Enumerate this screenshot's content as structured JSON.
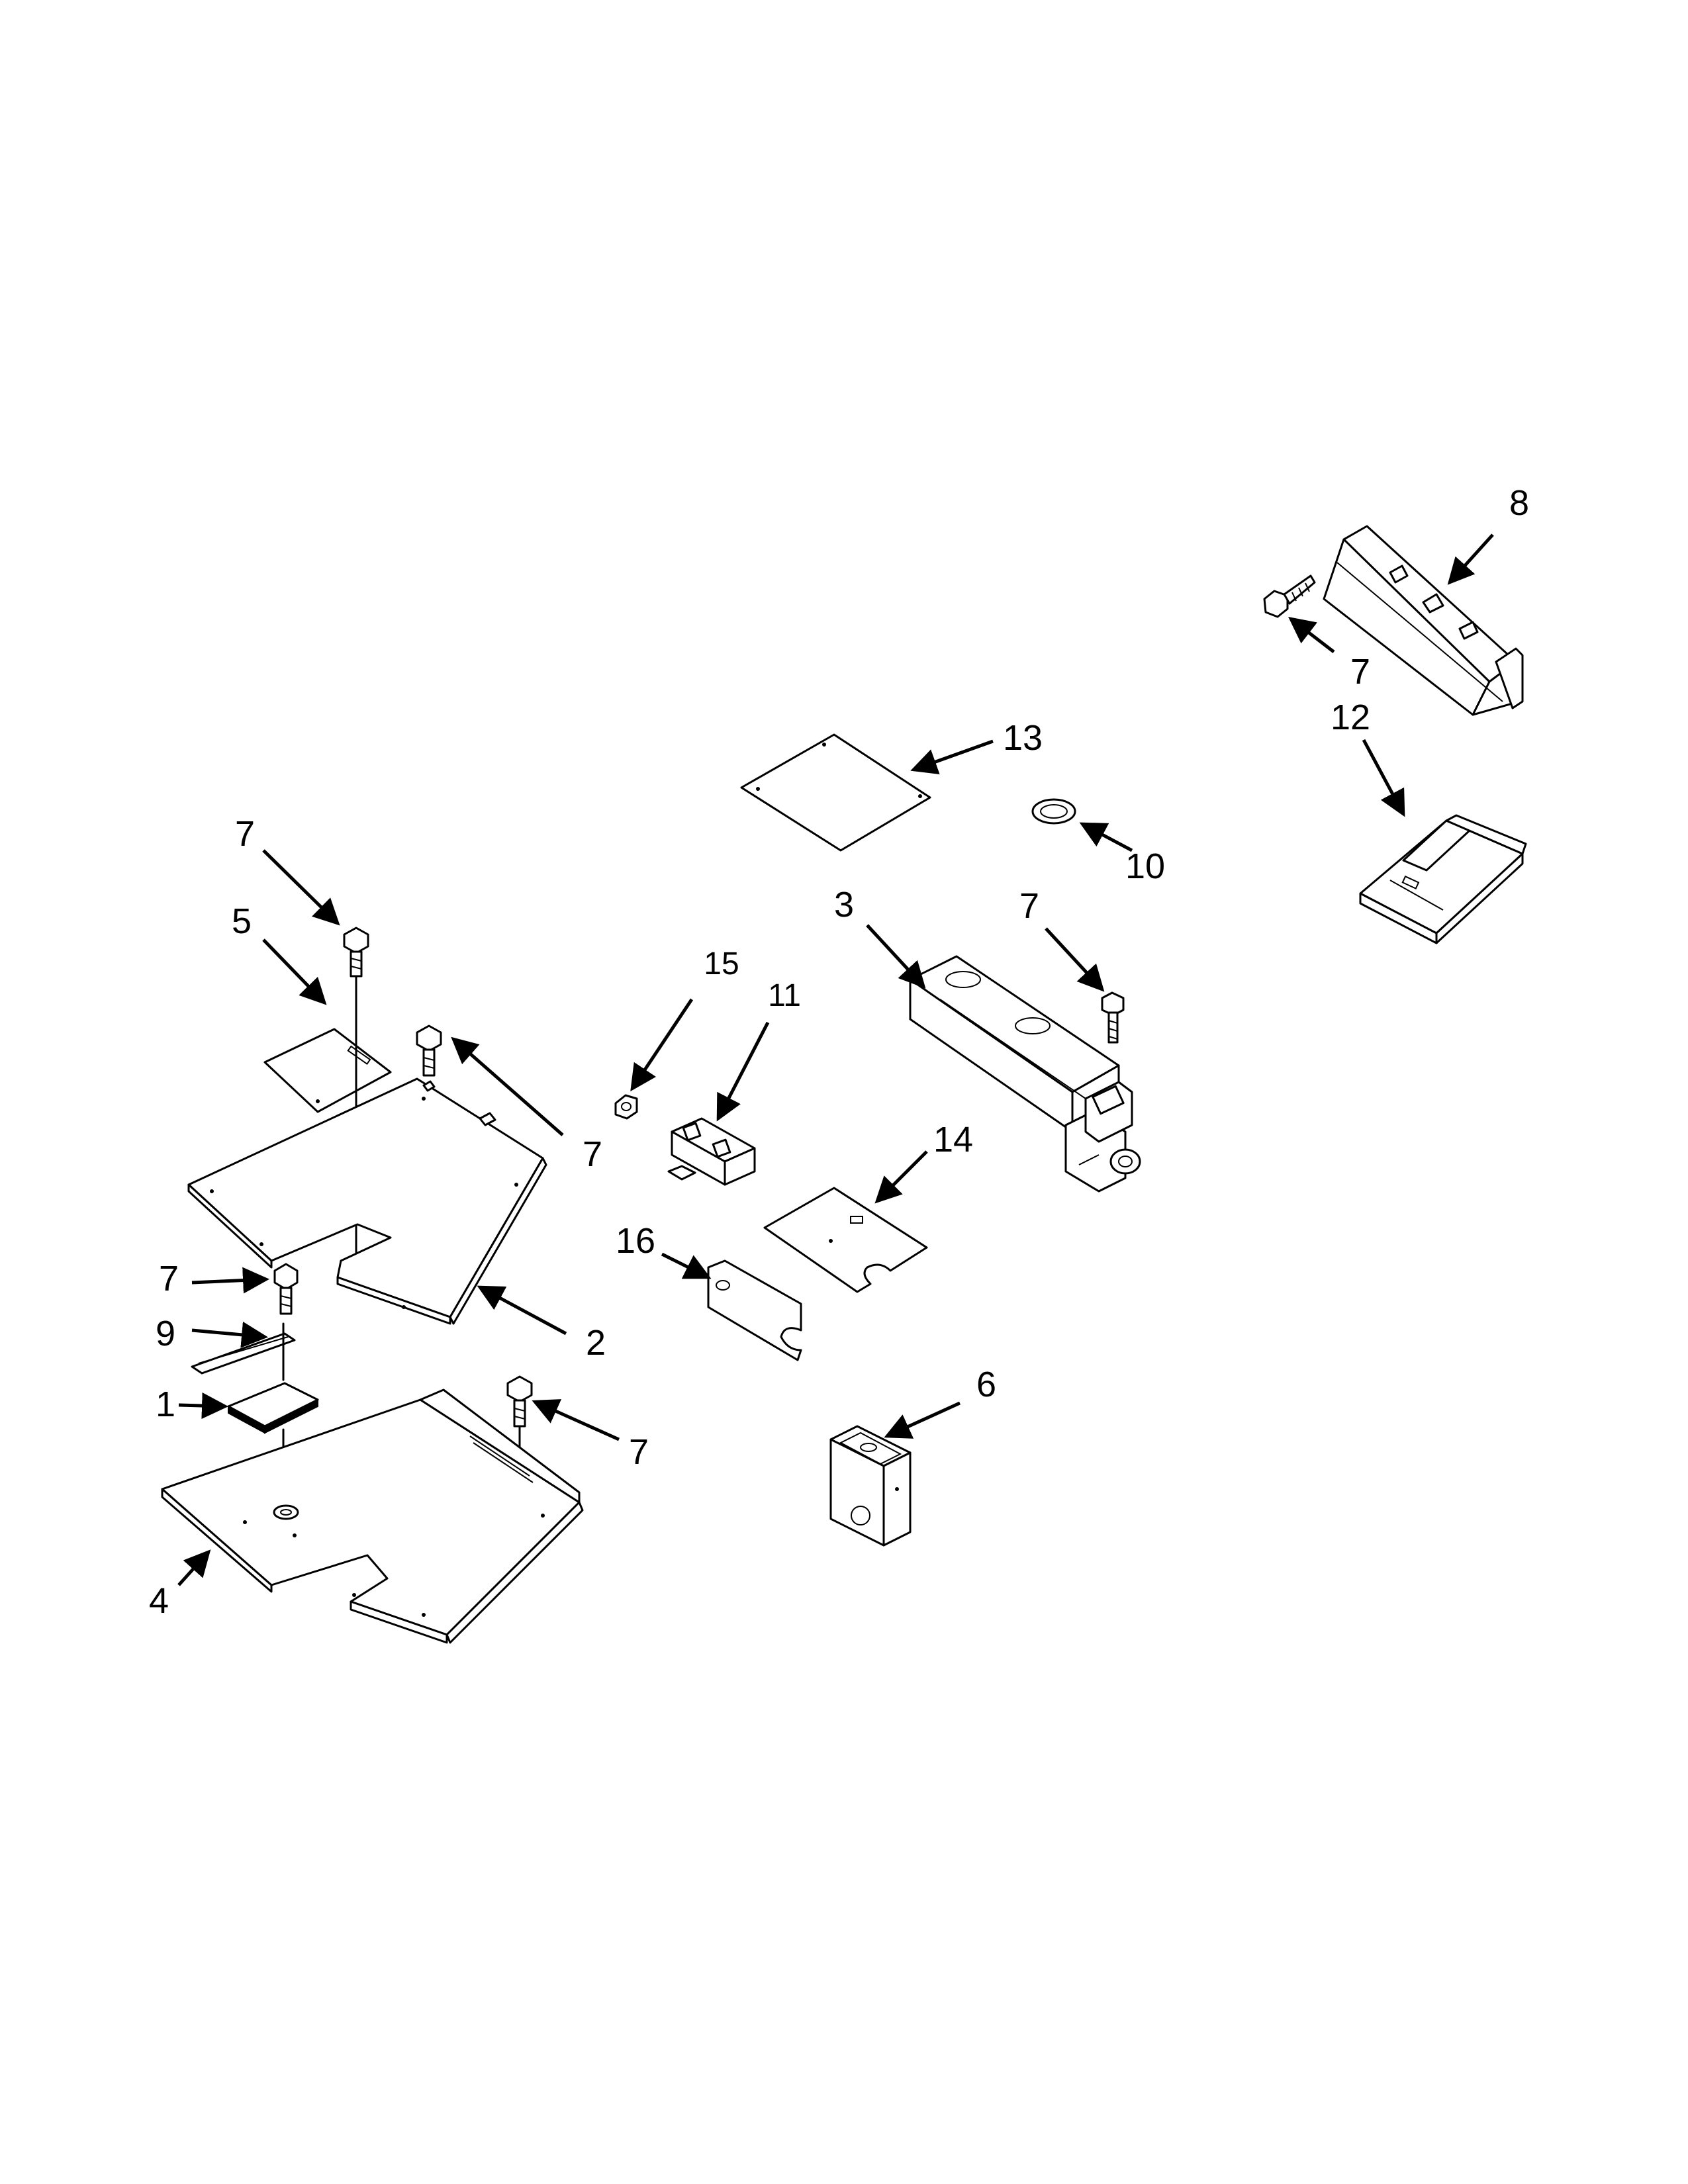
{
  "callouts": [
    {
      "key": "c8",
      "label": "8"
    },
    {
      "key": "c7a",
      "label": "7"
    },
    {
      "key": "c12",
      "label": "12"
    },
    {
      "key": "c13",
      "label": "13"
    },
    {
      "key": "c10",
      "label": "10"
    },
    {
      "key": "c3",
      "label": "3"
    },
    {
      "key": "c7b",
      "label": "7"
    },
    {
      "key": "c7c",
      "label": "7"
    },
    {
      "key": "c5",
      "label": "5"
    },
    {
      "key": "c15",
      "label": "15"
    },
    {
      "key": "c11",
      "label": "11"
    },
    {
      "key": "c7d",
      "label": "7"
    },
    {
      "key": "c14",
      "label": "14"
    },
    {
      "key": "c16",
      "label": "16"
    },
    {
      "key": "c7e",
      "label": "7"
    },
    {
      "key": "c9",
      "label": "9"
    },
    {
      "key": "c2",
      "label": "2"
    },
    {
      "key": "c1",
      "label": "1"
    },
    {
      "key": "c6",
      "label": "6"
    },
    {
      "key": "c7f",
      "label": "7"
    },
    {
      "key": "c4",
      "label": "4"
    }
  ]
}
